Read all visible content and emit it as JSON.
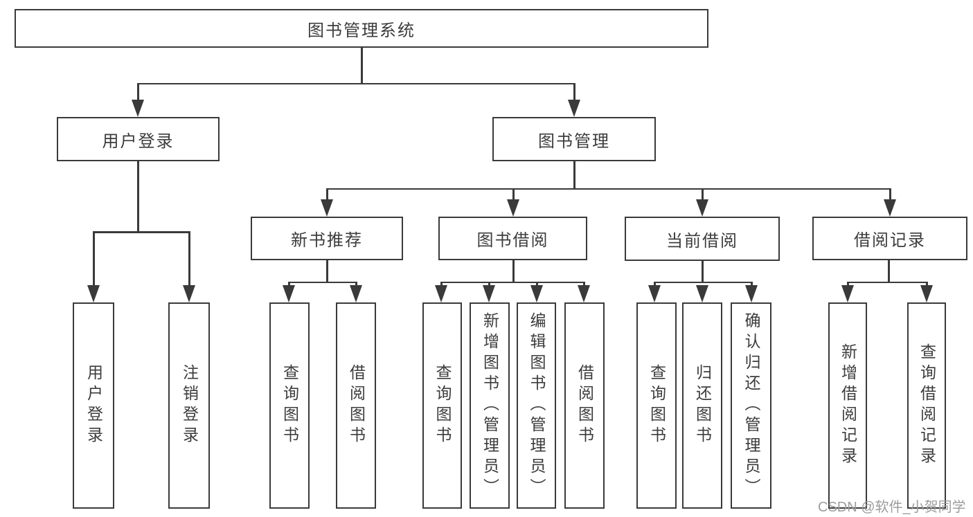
{
  "tree": {
    "label": "图书管理系统",
    "children": [
      {
        "label": "用户登录",
        "children": [
          {
            "label": "用户登录"
          },
          {
            "label": "注销登录"
          }
        ]
      },
      {
        "label": "图书管理",
        "children": [
          {
            "label": "新书推荐",
            "children": [
              {
                "label": "查询图书"
              },
              {
                "label": "借阅图书"
              }
            ]
          },
          {
            "label": "图书借阅",
            "children": [
              {
                "label": "查询图书"
              },
              {
                "label": "新增图书（管理员）"
              },
              {
                "label": "编辑图书（管理员）"
              },
              {
                "label": "借阅图书"
              }
            ]
          },
          {
            "label": "当前借阅",
            "children": [
              {
                "label": "查询图书"
              },
              {
                "label": "归还图书"
              },
              {
                "label": "确认归还（管理员）"
              }
            ]
          },
          {
            "label": "借阅记录",
            "children": [
              {
                "label": "新增借阅记录"
              },
              {
                "label": "查询借阅记录"
              }
            ]
          }
        ]
      }
    ]
  },
  "watermark": {
    "text": "CSDN @软件_小贺同学"
  },
  "colors": {
    "line": "#3a3a3a",
    "box_border": "#3a3a3a",
    "text": "#3c3c3c",
    "watermark": "#9c9c9c",
    "background": "#ffffff"
  }
}
